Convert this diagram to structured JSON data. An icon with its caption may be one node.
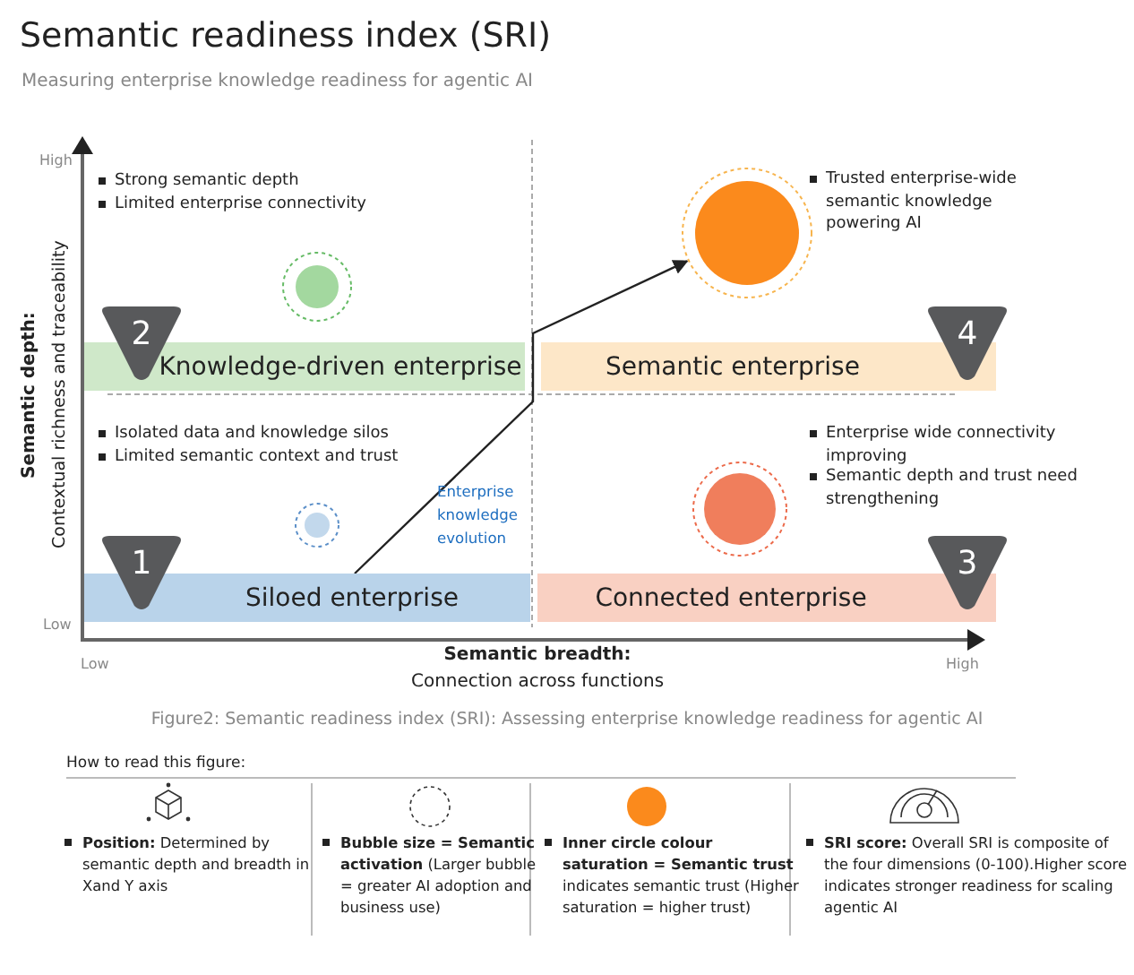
{
  "diagram": {
    "title": "Semantic readiness index (SRI)",
    "caption": "Figure2: Semantic readiness index (SRI): Assessing enterprise knowledge readiness for agentic AI",
    "nodes": [
      {
        "text": [
          "Knowledge-driven enterprise"
        ]
      },
      {
        "text": [
          "2"
        ]
      },
      {
        "text": [],
        "shape": "circle"
      },
      {
        "text": [
          "Semantic enterprise"
        ]
      },
      {
        "text": [
          "4"
        ]
      },
      {
        "text": [],
        "shape": "circle"
      },
      {
        "text": [
          "Siloed enterprise"
        ]
      },
      {
        "text": [
          "1"
        ]
      },
      {
        "text": [],
        "shape": "circle"
      },
      {
        "text": [
          "Connected enterprise"
        ]
      },
      {
        "text": [
          "3"
        ]
      },
      {
        "text": [],
        "shape": "circle"
      }
    ],
    "edges": [
      {
        "from": 6,
        "to": 5,
        "arrow": "to",
        "label": "Enterprise knowledge evolution"
      }
    ],
    "labels": [
      "Measuring enterprise knowledge readiness for agentic AI",
      "High",
      "Strong semantic depth",
      "Limited enterprise connectivity",
      "Trusted enterprise-wide semantic knowledge powering AI",
      "Semantic depth:",
      "Contextual richness and traceability",
      "Isolated data and knowledge silos",
      "Limited semantic context and trust",
      "Enterprise wide connectivity improving",
      "Semantic depth and trust need strengthening",
      "Low",
      "Low",
      "High",
      "Semantic breadth:",
      "Connection across functions",
      "How to read this figure:"
    ],
    "legend": [
      {
        "text": "**Position:** Determined by semantic depth and breadth in Xand Y axis"
      },
      {
        "text": "**Bubble size = Semantic activation** (Larger bubble = greater AI adoption and business use)"
      },
      {
        "text": "**Inner circle colour saturation = Semantic trust** indicates semantic trust (Higher saturation = higher trust)"
      },
      {
        "text": "**SRI score:** Overall SRI is composite of the four dimensions (0-100).Higher score indicates stronger readiness for scaling agentic AI"
      }
    ]
  }
}
